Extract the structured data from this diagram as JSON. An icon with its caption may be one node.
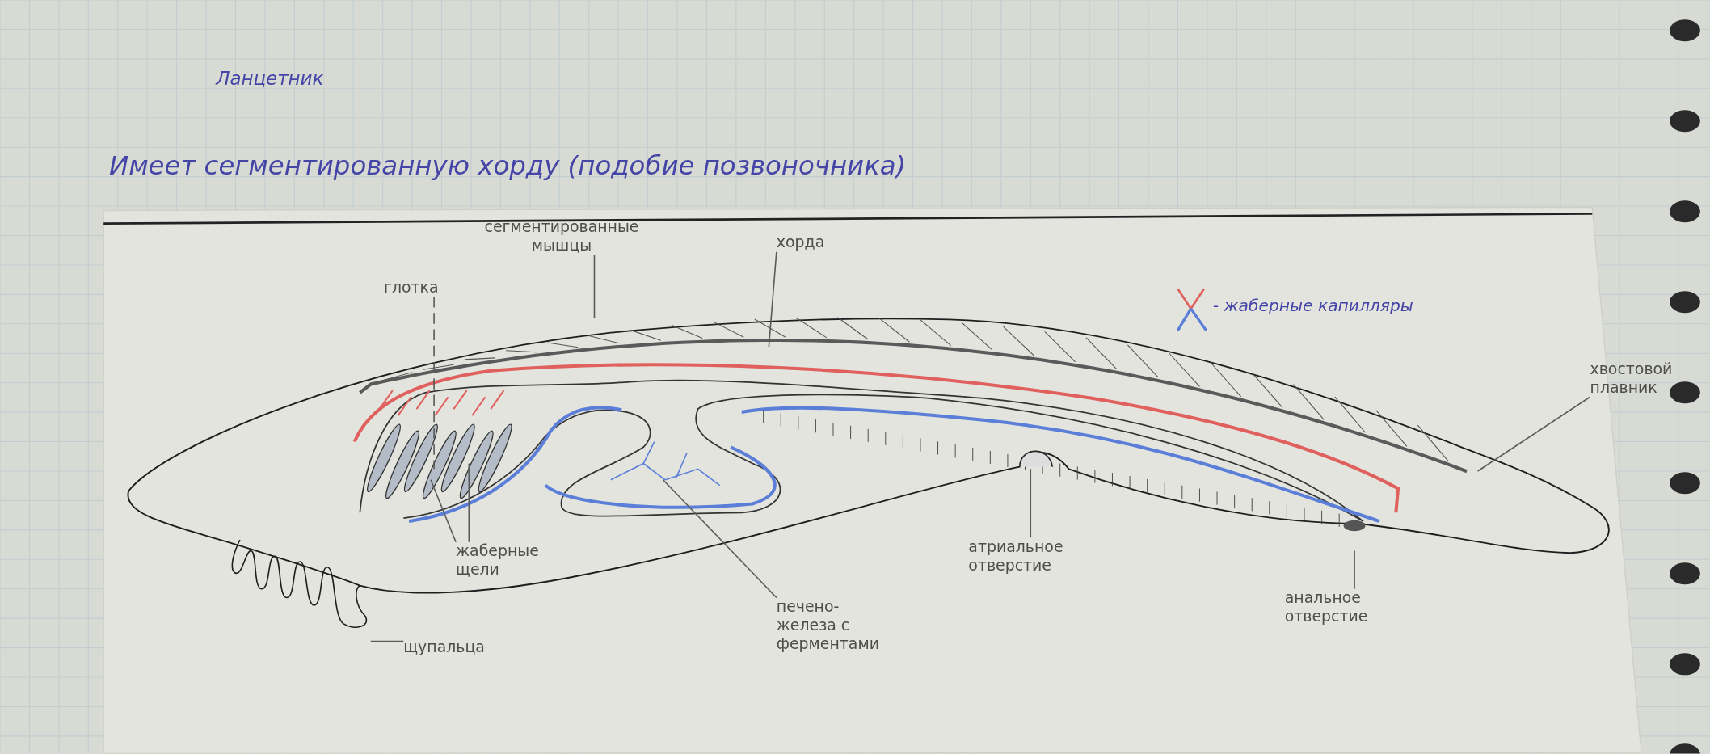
{
  "diagram": {
    "title": "Ланцетник",
    "nodes": [
      {
        "text": [
          "сегментированные мышцы"
        ]
      },
      {
        "text": [
          "хорда"
        ]
      },
      {
        "text": [
          "глотка"
        ]
      },
      {
        "text": [
          "хвостовой плавник"
        ]
      },
      {
        "text": [
          "жаберные щели"
        ]
      },
      {
        "text": [
          "печено- железа с ферментами"
        ]
      },
      {
        "text": [
          "атриальное отверстие"
        ]
      },
      {
        "text": [
          "щупальца"
        ]
      },
      {
        "text": [
          "анальное отверстие"
        ]
      }
    ],
    "edges": [
      {
        "from": 0,
        "to": null,
        "arrow": "none"
      },
      {
        "from": 1,
        "to": null,
        "arrow": "none"
      },
      {
        "from": 2,
        "to": null,
        "arrow": "none",
        "style": "dashed"
      },
      {
        "from": 3,
        "to": null,
        "arrow": "none"
      },
      {
        "from": 4,
        "to": null,
        "arrow": "none"
      },
      {
        "from": 4,
        "to": null,
        "arrow": "none"
      },
      {
        "from": 5,
        "to": null,
        "arrow": "none"
      },
      {
        "from": 6,
        "to": null,
        "arrow": "none"
      },
      {
        "from": 7,
        "to": null,
        "arrow": "none"
      },
      {
        "from": 8,
        "to": null,
        "arrow": "none"
      }
    ],
    "labels": [
      "Имеет сегментированную хорду (подобие позвоночника)"
    ],
    "legend": [
      {
        "text": "- жаберные капилляры"
      }
    ]
  }
}
